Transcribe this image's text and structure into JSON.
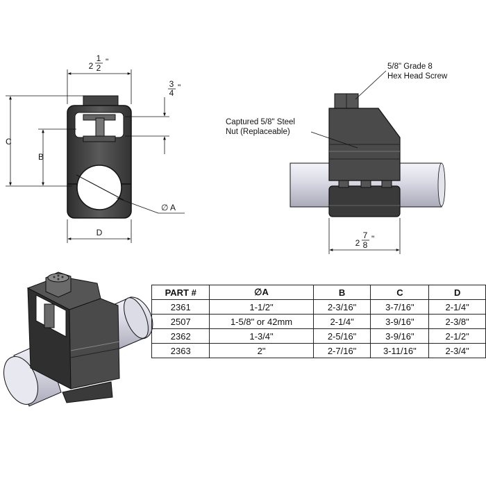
{
  "front_view": {
    "width_whole": "2",
    "width_num": "1",
    "width_den": "2",
    "width_unit": "\"",
    "screw_num": "3",
    "screw_den": "4",
    "screw_unit": "\"",
    "label_c": "C",
    "label_b": "B",
    "label_d": "D",
    "label_dia": "A",
    "dia_symbol": "∅"
  },
  "side_view": {
    "screw_callout_line1": "5/8\" Grade 8",
    "screw_callout_line2": "Hex Head Screw",
    "nut_callout_line1": "Captured 5/8\" Steel",
    "nut_callout_line2": "Nut (Replaceable)",
    "length_whole": "2",
    "length_num": "7",
    "length_den": "8",
    "length_unit": "\""
  },
  "colors": {
    "metal_dark": "#3a3a3a",
    "metal_mid": "#595959",
    "metal_light": "#8a8a8a",
    "pipe": "#d8d8e4",
    "line": "#111111"
  },
  "table": {
    "headers": [
      "PART #",
      "A",
      "B",
      "C",
      "D"
    ],
    "header_dia_symbol": "∅",
    "rows": [
      [
        "2361",
        "1-1/2\"",
        "2-3/16\"",
        "3-7/16\"",
        "2-1/4\""
      ],
      [
        "2507",
        "1-5/8\" or 42mm",
        "2-1/4\"",
        "3-9/16\"",
        "2-3/8\""
      ],
      [
        "2362",
        "1-3/4\"",
        "2-5/16\"",
        "3-9/16\"",
        "2-1/2\""
      ],
      [
        "2363",
        "2\"",
        "2-7/16\"",
        "3-11/16\"",
        "2-3/4\""
      ]
    ]
  }
}
